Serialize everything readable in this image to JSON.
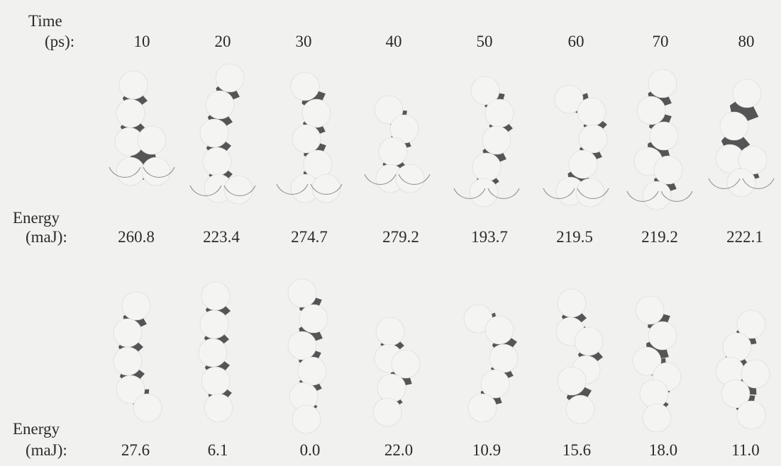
{
  "header": {
    "time_label_line1": "Time",
    "time_label_line2": "(ps):",
    "energy_label_line1": "Energy",
    "energy_label_line2": "(maJ):"
  },
  "times": [
    "10",
    "20",
    "30",
    "40",
    "50",
    "60",
    "70",
    "80"
  ],
  "energies_top": [
    "260.8",
    "223.4",
    "274.7",
    "279.2",
    "193.7",
    "219.5",
    "219.2",
    "222.1"
  ],
  "energies_bottom": [
    "27.6",
    "6.1",
    "0.0",
    "22.0",
    "10.9",
    "15.6",
    "18.0",
    "11.0"
  ],
  "colors": {
    "background": "#f1f1ef",
    "disk_fill": "#f4f4f2",
    "void_fill": "#555555",
    "outline": "#8a8a8a"
  }
}
